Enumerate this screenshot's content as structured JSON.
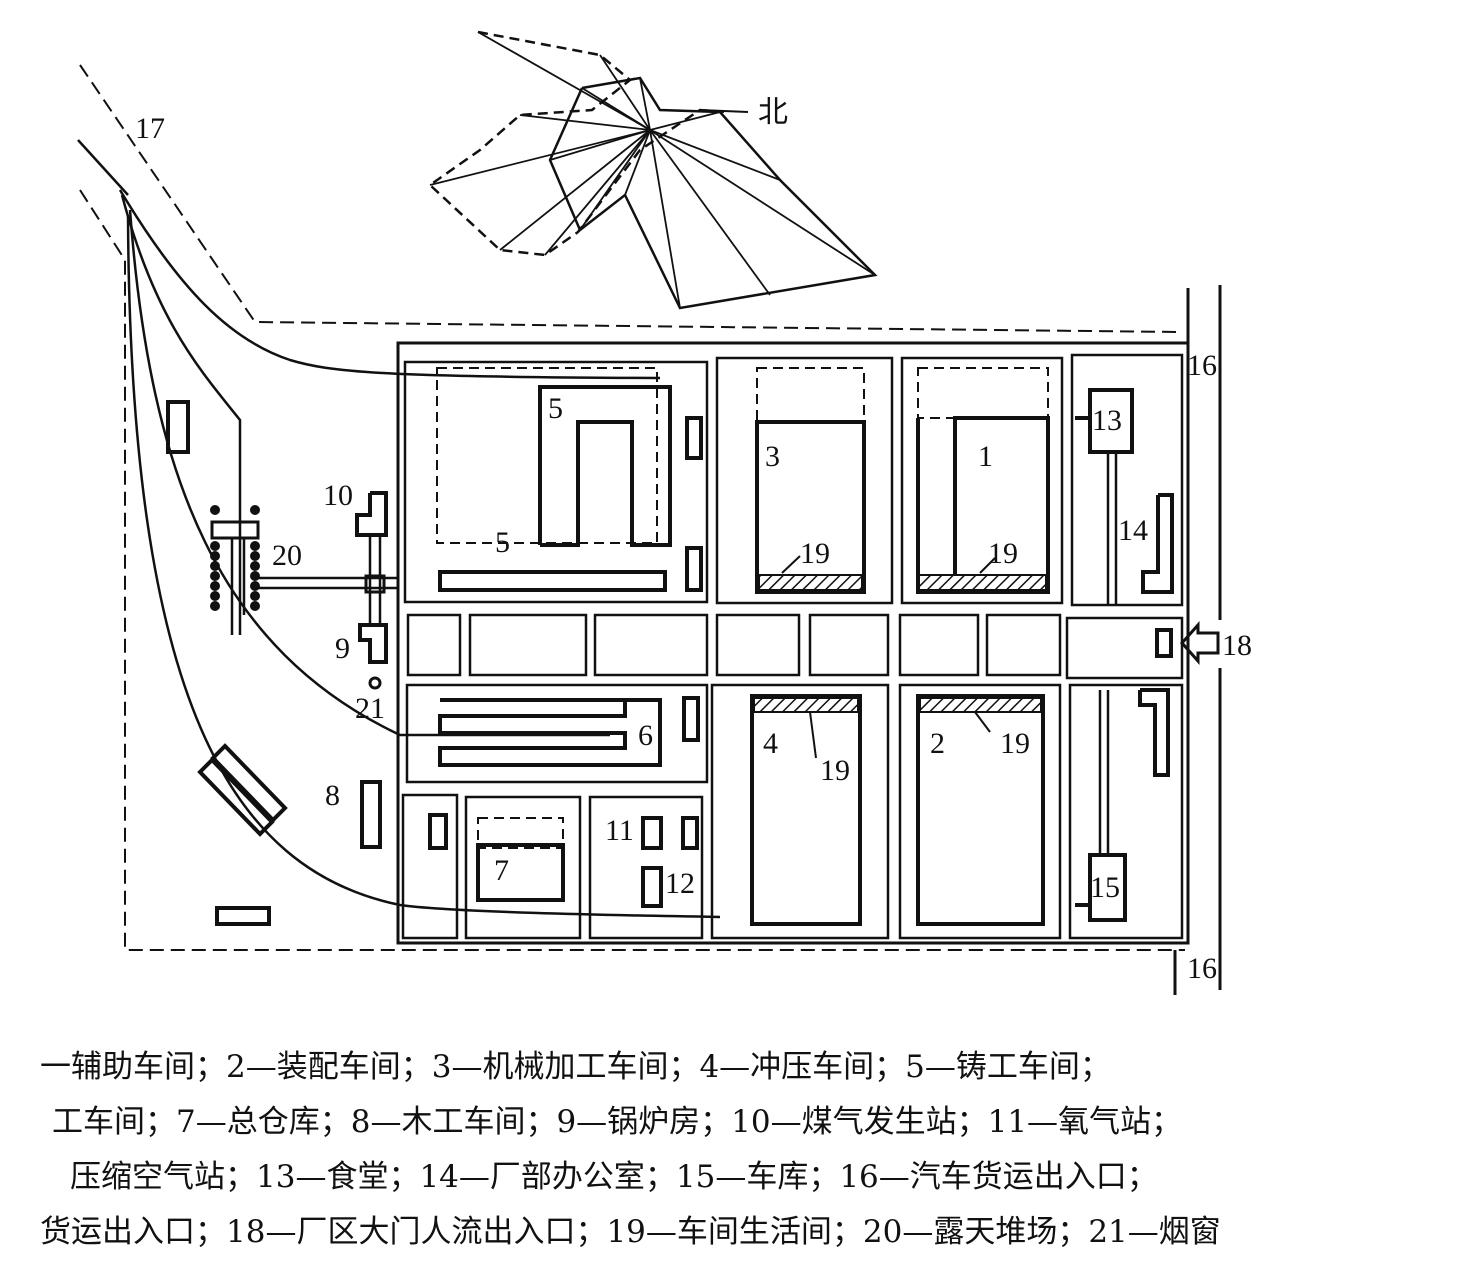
{
  "labels": {
    "l1": "1",
    "l2": "2",
    "l3": "3",
    "l4": "4",
    "l5a": "5",
    "l5b": "5",
    "l6": "6",
    "l7": "7",
    "l8": "8",
    "l9": "9",
    "l10": "10",
    "l11": "11",
    "l12": "12",
    "l13": "13",
    "l14": "14",
    "l15": "15",
    "l16a": "16",
    "l16b": "16",
    "l17": "17",
    "l18": "18",
    "l19a": "19",
    "l19b": "19",
    "l19c": "19",
    "l19d": "19",
    "l20": "20",
    "l21": "21",
    "north": "北"
  },
  "legend": [
    "一辅助车间；2—装配车间；3—机械加工车间；4—冲压车间；5—铸工车间；",
    "工车间；7—总仓库；8—木工车间；9—锅炉房；10—煤气发生站；11—氧气站；",
    "压缩空气站；13—食堂；14—厂部办公室；15—车库；16—汽车货运出入口；",
    "货运出入口；18—厂区大门人流出入口；19—车间生活间；20—露天堆场；21—烟窗"
  ]
}
